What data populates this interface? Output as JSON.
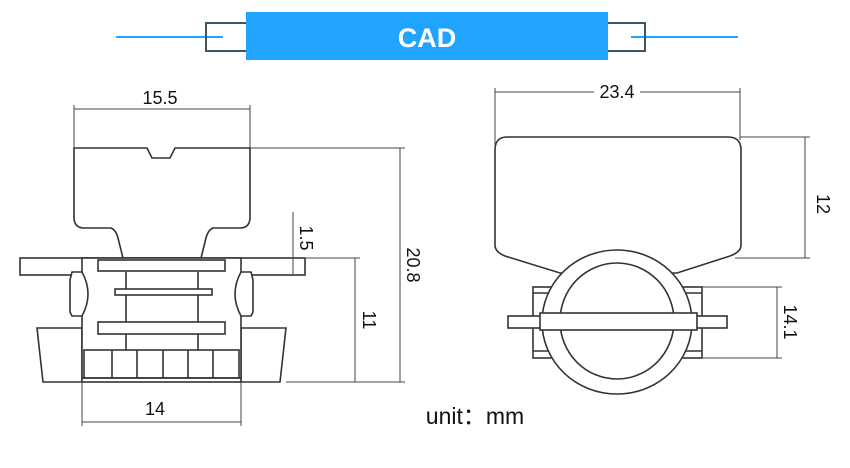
{
  "banner": {
    "title": "CAD",
    "color": "#20a4ff",
    "line_color": "#20a4ff",
    "box_color": "#3d5560"
  },
  "front_view": {
    "dimensions": {
      "head_width": "15.5",
      "flange_thickness": "1.5",
      "total_height": "20.8",
      "body_height": "11",
      "base_width": "14"
    }
  },
  "side_view": {
    "dimensions": {
      "plate_width": "23.4",
      "plate_height": "12",
      "body_height": "14.1"
    }
  },
  "unit_label": "unit：mm"
}
